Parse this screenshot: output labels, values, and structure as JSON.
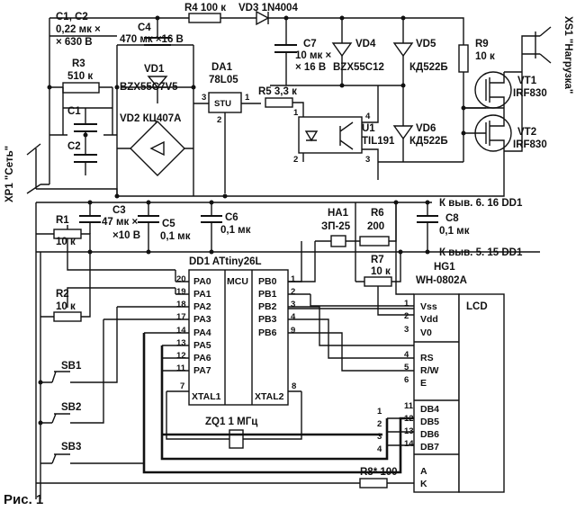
{
  "caption": "Рис. 1",
  "labels": {
    "c1c2_line1": "С1, С2",
    "c1c2_line2": "0,22 мк ×",
    "c1c2_line3": "× 630 В",
    "c4": "С4",
    "c4_val": "470 мк ×16 В",
    "r4": "R4 100 к",
    "vd3": "VD3 1N4004",
    "r3": "R3",
    "r3_val": "510 к",
    "vd1": "VD1",
    "vd1_val": "BZX55C7V5",
    "vd2": "VD2 КЦ407А",
    "c1": "С1",
    "c2": "С2",
    "da1": "DA1",
    "da1_val": "78L05",
    "da1_pin": "STU",
    "r5": "R5 3,3 к",
    "c7": "С7",
    "c7_val1": "10 мк ×",
    "c7_val2": "× 16 В",
    "vd4": "VD4",
    "vd4_val": "BZX55C12",
    "vd5": "VD5",
    "vd5_val": "КД522Б",
    "r9": "R9",
    "r9_val": "10 к",
    "vt1": "VT1",
    "vt1_val": "IRF830",
    "vt2": "VT2",
    "vt2_val": "IRF830",
    "u1": "U1",
    "u1_val": "TIL191",
    "vd6": "VD6",
    "vd6_val": "КД522Б",
    "xs1": "XS1 \"Нагрузка\"",
    "xp1": "XP1 \"Сеть\"",
    "to_pin16": "К выв. 6. 16 DD1",
    "to_pin15": "К выв. 5. 15 DD1",
    "r1": "R1",
    "r1_val": "10 к",
    "c3": "С3",
    "c3_val1": "47 мк ×",
    "c3_val2": "×10 В",
    "c5": "С5",
    "c5_val": "0,1 мк",
    "c6": "С6",
    "c6_val": "0,1 мк",
    "ha1": "HA1",
    "ha1_val": "ЗП-25",
    "r6": "R6",
    "r6_val": "200",
    "c8": "С8",
    "c8_val": "0,1 мк",
    "r2": "R2",
    "r2_val": "10 к",
    "r7": "R7",
    "r7_val": "10 к",
    "dd1": "DD1 ATtiny26L",
    "mcu": "MCU",
    "hg1": "HG1",
    "hg1_val": "WH-0802A",
    "lcd": "LCD",
    "sb1": "SB1",
    "sb2": "SB2",
    "sb3": "SB3",
    "zq1": "ZQ1 1 МГц",
    "r8": "R8* 100",
    "xtal1": "XTAL1",
    "xtal2": "XTAL2"
  },
  "mcu_left_pins": [
    "PA0",
    "PA1",
    "PA2",
    "PA3",
    "PA4",
    "PA5",
    "PA6",
    "PA7"
  ],
  "mcu_left_nums": [
    "20",
    "19",
    "18",
    "17",
    "14",
    "13",
    "12",
    "11"
  ],
  "mcu_right_pins": [
    "PB0",
    "PB1",
    "PB2",
    "PB3",
    "PB6"
  ],
  "mcu_right_nums": [
    "1",
    "2",
    "3",
    "4",
    "9"
  ],
  "xtal_nums": [
    "7",
    "8"
  ],
  "lcd_pins": [
    "Vss",
    "Vdd",
    "V0",
    "RS",
    "R/W",
    "E",
    "DB4",
    "DB5",
    "DB6",
    "DB7",
    "A",
    "K"
  ],
  "lcd_nums": [
    "1",
    "2",
    "3",
    "4",
    "5",
    "6",
    "11",
    "12",
    "13",
    "14"
  ],
  "db_bus_nums": [
    "1",
    "2",
    "3",
    "4"
  ],
  "da1_pins": [
    "3",
    "2",
    "1"
  ],
  "u1_pins": [
    "1",
    "2",
    "3",
    "4"
  ]
}
